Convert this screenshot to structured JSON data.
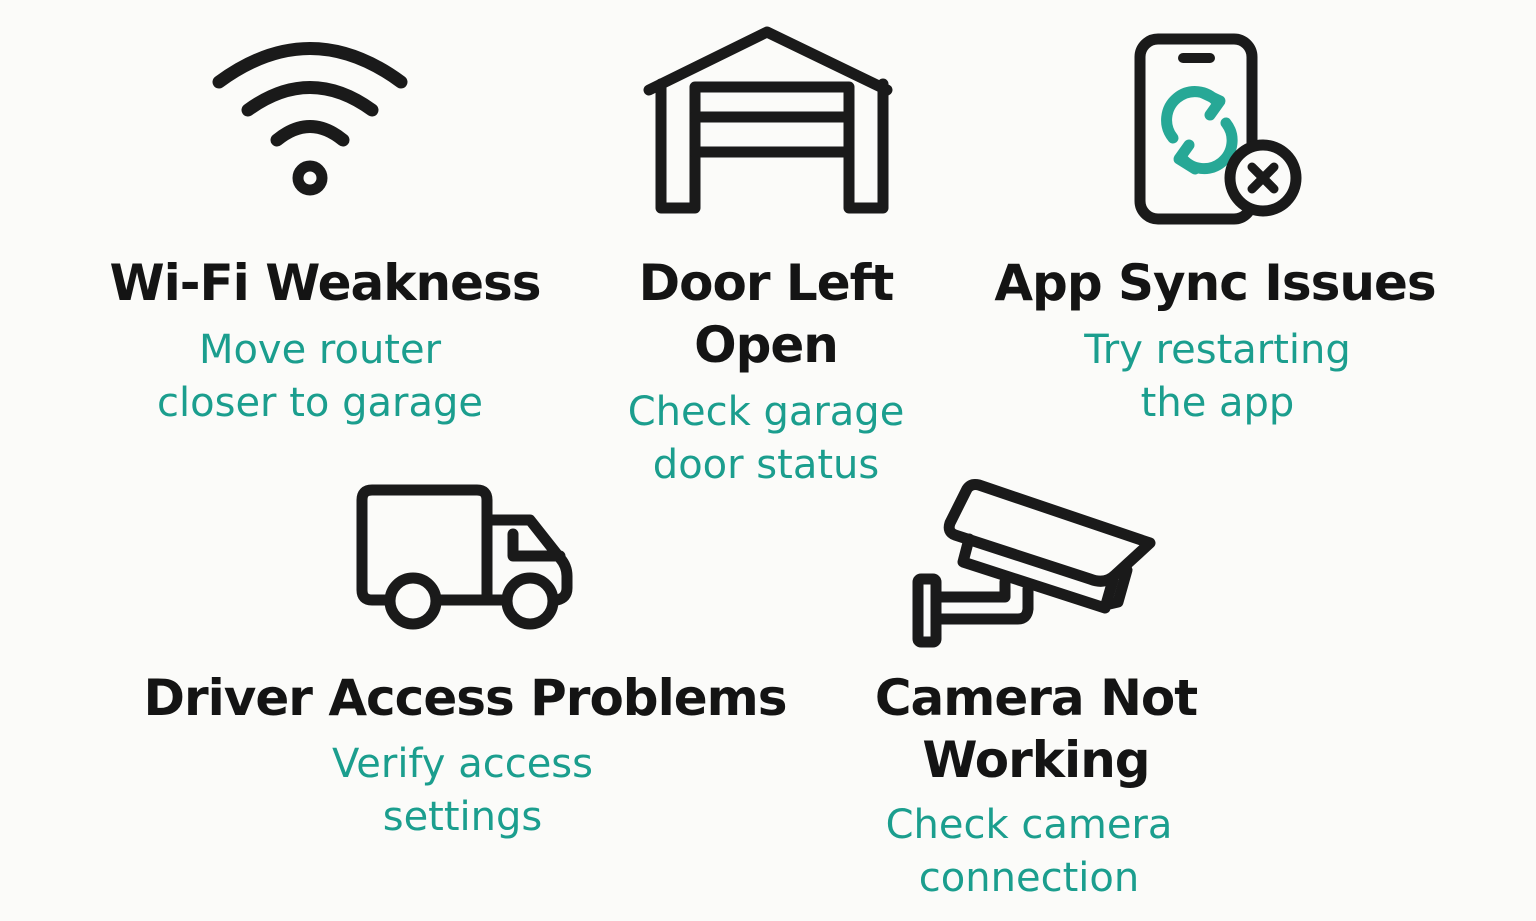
{
  "colors": {
    "background": "#fbfbf9",
    "title": "#141414",
    "subtitle": "#1b9e8e",
    "icon_stroke": "#1a1a1a",
    "icon_accent": "#27a896"
  },
  "items": [
    {
      "icon": "wifi-icon",
      "title": "Wi-Fi Weakness",
      "subtitle_line1": "Move router",
      "subtitle_line2": "closer to garage"
    },
    {
      "icon": "garage-icon",
      "title_line1": "Door Left",
      "title_line2": "Open",
      "subtitle_line1": "Check garage",
      "subtitle_line2": "door status"
    },
    {
      "icon": "phone-sync-error-icon",
      "title": "App Sync Issues",
      "subtitle_line1": "Try restarting",
      "subtitle_line2": "the app"
    },
    {
      "icon": "delivery-truck-icon",
      "title": "Driver Access Problems",
      "subtitle_line1": "Verify access",
      "subtitle_line2": "settings"
    },
    {
      "icon": "security-camera-icon",
      "title_line1": "Camera Not",
      "title_line2": "Working",
      "subtitle_line1": "Check camera",
      "subtitle_line2": "connection"
    }
  ]
}
